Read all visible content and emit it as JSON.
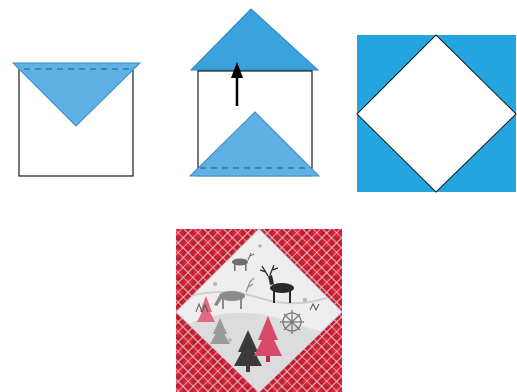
{
  "figure": {
    "background": "#ffffff",
    "colors": {
      "light_blue": "#5fb0e4",
      "medium_blue": "#3aa3de",
      "bright_blue": "#23a6e0",
      "outline": "#1a1a1a",
      "stitch_line": "#1a5b8a",
      "plaid_red": "#d8263a",
      "plaid_dark": "#b01c30",
      "plaid_light": "#f3c0c5",
      "print_background": "#eeeeee"
    }
  },
  "steps": [
    {
      "id": "step-1",
      "description_icon": "folded-triangle-top"
    },
    {
      "id": "step-2",
      "description_icon": "triangles-with-up-arrow"
    },
    {
      "id": "step-3",
      "description_icon": "square-in-a-square-block"
    },
    {
      "id": "step-4",
      "description_icon": "fabric-photo-block"
    }
  ]
}
